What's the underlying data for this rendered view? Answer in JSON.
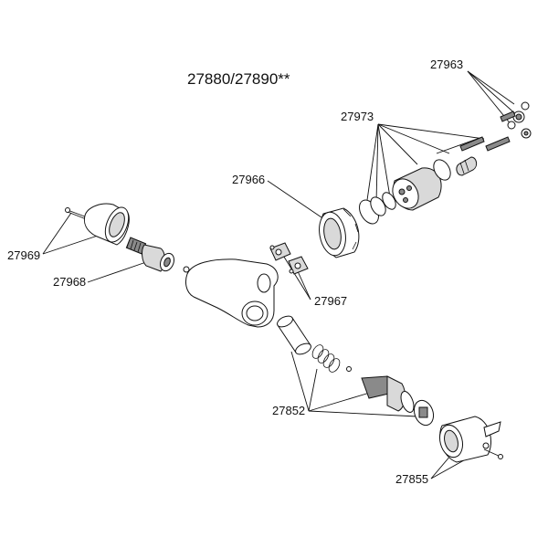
{
  "title": "27880/27890**",
  "labels": {
    "p27963": "27963",
    "p27973": "27973",
    "p27966": "27966",
    "p27969": "27969",
    "p27968": "27968",
    "p27967": "27967",
    "p27852": "27852",
    "p27855": "27855"
  }
}
